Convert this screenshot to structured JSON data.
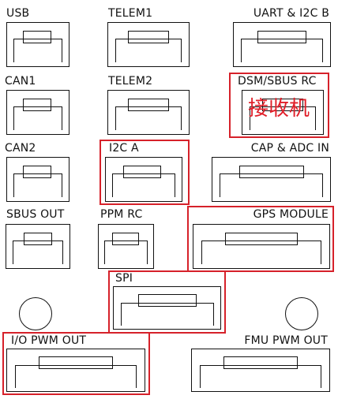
{
  "ports": {
    "usb": "USB",
    "telem1": "TELEM1",
    "uart_i2c_b": "UART & I2C B",
    "can1": "CAN1",
    "telem2": "TELEM2",
    "dsm_sbus_rc": "DSM/SBUS RC",
    "can2": "CAN2",
    "i2c_a": "I2C  A",
    "cap_adc_in": "CAP & ADC IN",
    "sbus_out": "SBUS OUT",
    "ppm_rc": "PPM RC",
    "gps_module": "GPS MODULE",
    "spi": "SPI",
    "io_pwm_out": "I/O PWM OUT",
    "fmu_pwm_out": "FMU PWM OUT"
  },
  "annotations": {
    "receiver": "接收机"
  },
  "colors": {
    "highlight": "#d6212a",
    "annotation_text": "#e0202a",
    "line": "#111111"
  }
}
